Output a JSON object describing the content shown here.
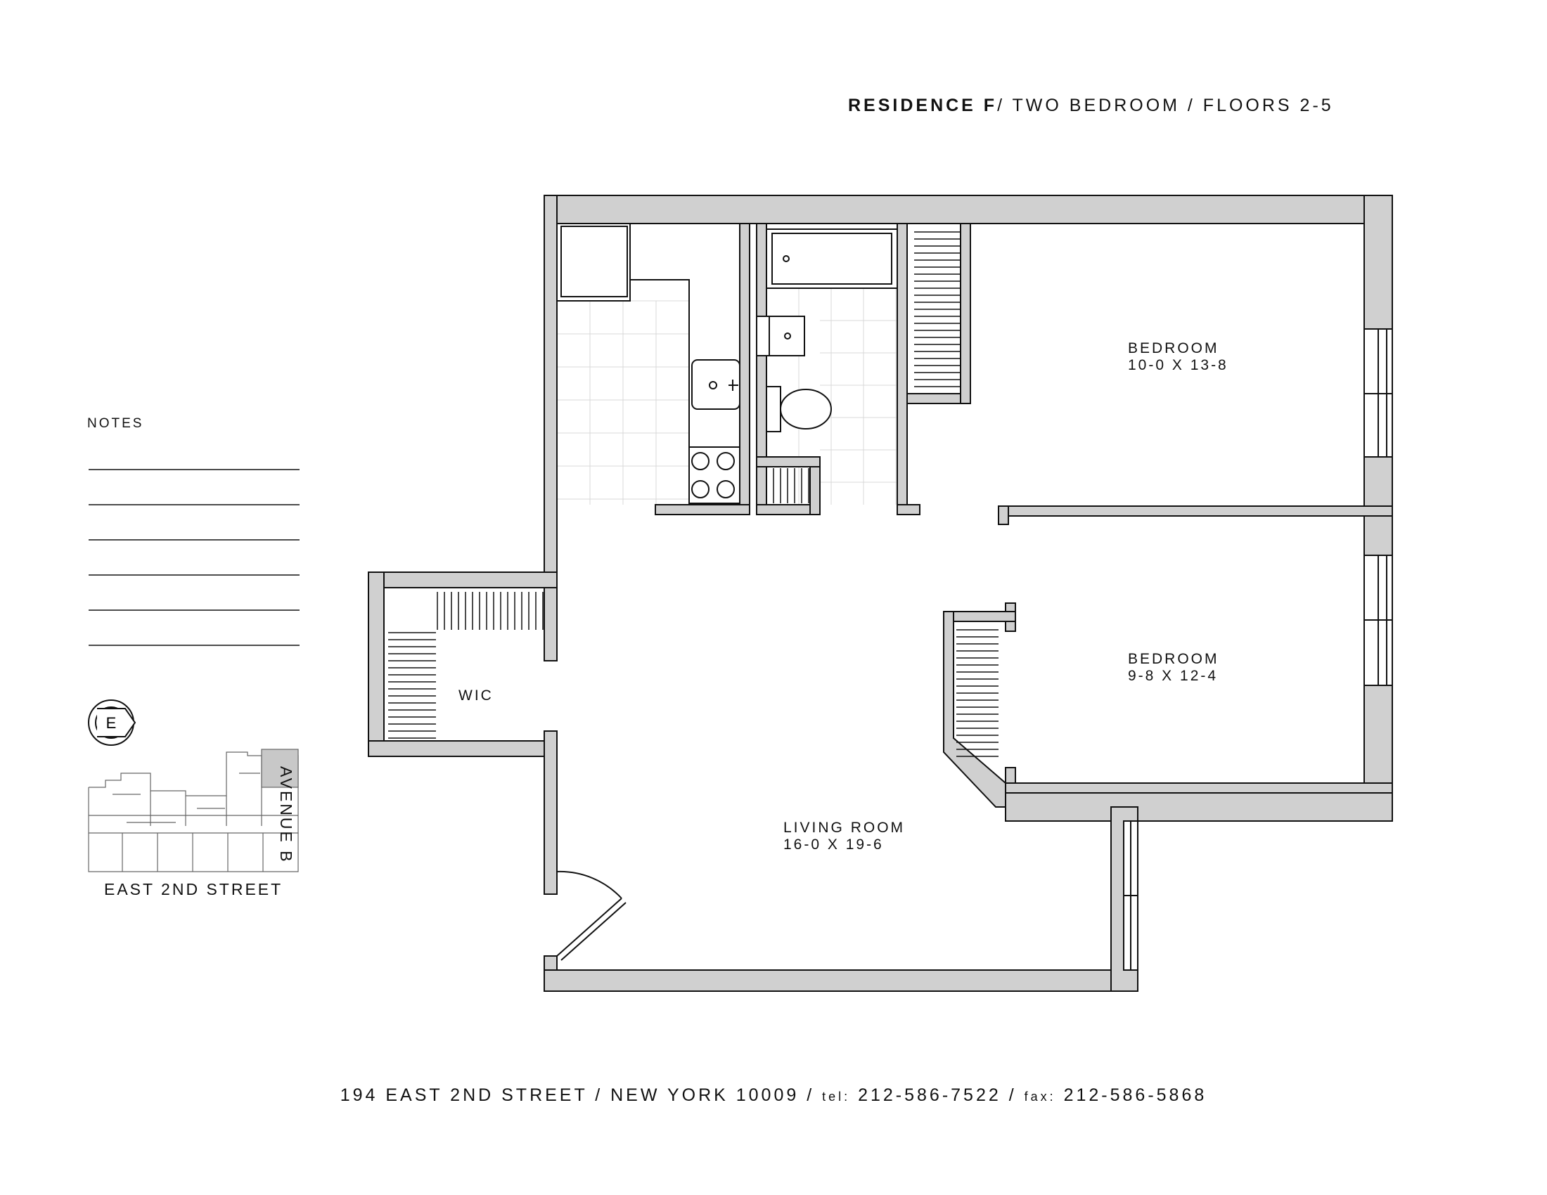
{
  "header": {
    "residence": "RESIDENCE F",
    "rest": "/  TWO BEDROOM / FLOORS 2-5"
  },
  "notes": {
    "label": "NOTES",
    "line_count": 6
  },
  "rooms": {
    "bedroom1": {
      "name": "BEDROOM",
      "size": "10-0 X 13-8"
    },
    "bedroom2": {
      "name": "BEDROOM",
      "size": "9-8 X 12-4"
    },
    "living": {
      "name": "LIVING ROOM",
      "size": "16-0 X 19-6"
    },
    "wic": {
      "name": "WIC"
    }
  },
  "compass": {
    "letter": "E"
  },
  "keyplan": {
    "street": "EAST 2ND STREET",
    "avenue": "AVENUE B"
  },
  "footer": {
    "address": "194 EAST 2ND STREET / NEW YORK 10009 / ",
    "tel_label": "tel:",
    "tel": " 212-586-7522 / ",
    "fax_label": "fax:",
    "fax": " 212-586-5868"
  },
  "colors": {
    "wall": "#d0d0d0",
    "line": "#111111",
    "tile": "#d8d8d8"
  }
}
